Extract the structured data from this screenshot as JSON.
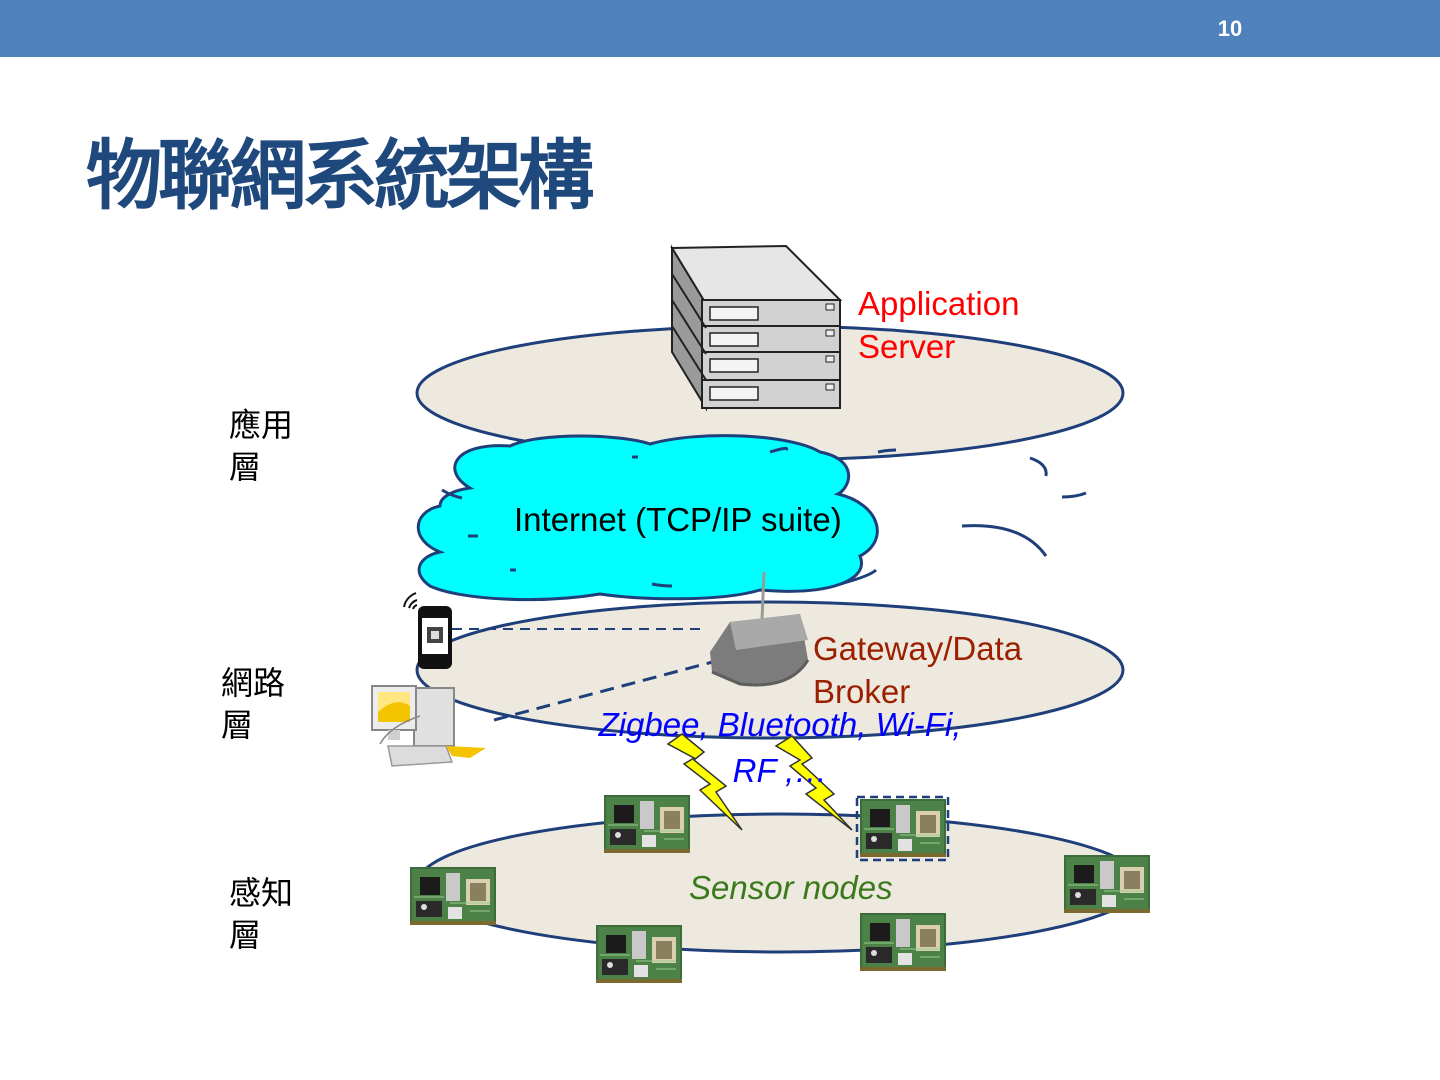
{
  "slide": {
    "page_number": "10",
    "title": "物聯網系統架構"
  },
  "layers": {
    "application": "應用\n層",
    "network": "網路\n層",
    "perception": "感知\n層"
  },
  "labels": {
    "application_server": "Application\nServer",
    "internet": "Internet (TCP/IP suite)",
    "gateway": "Gateway/Data\nBroker",
    "wireless": "Zigbee, Bluetooth, Wi-Fi,\nRF ,…",
    "sensor_nodes": "Sensor nodes"
  },
  "colors": {
    "header_bar": "#4f81bd",
    "title": "#1f497d",
    "ellipse_fill": "#ede9df",
    "ellipse_stroke": "#1f3f7a",
    "cloud_fill": "#00ffff",
    "application_server_text": "#ff0000",
    "gateway_text": "#9c1f00",
    "wireless_text": "#0000ff",
    "sensor_text": "#3a7a1d",
    "lightning": "#ffff00"
  },
  "icons": [
    "server-stack-icon",
    "cloud-icon",
    "router-icon",
    "smartphone-icon",
    "desktop-computer-icon",
    "lightning-icon",
    "sensor-board-icon"
  ]
}
